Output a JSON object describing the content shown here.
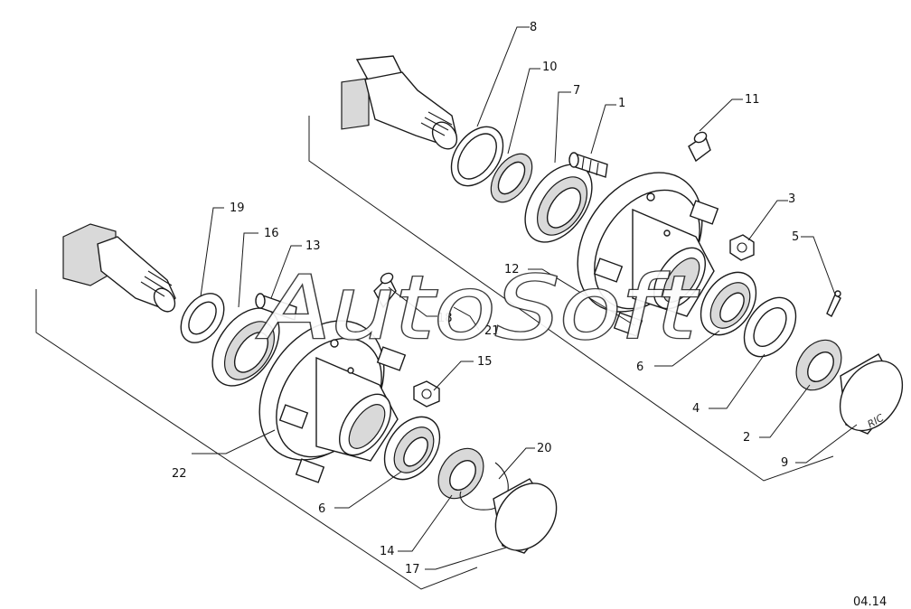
{
  "callouts": {
    "c1": "1",
    "c2": "2",
    "c3": "3",
    "c4": "4",
    "c5": "5",
    "c6a": "6",
    "c6b": "6",
    "c7": "7",
    "c8": "8",
    "c9": "9",
    "c10": "10",
    "c11": "11",
    "c12": "12",
    "c13": "13",
    "c14": "14",
    "c15": "15",
    "c16": "16",
    "c17": "17",
    "c18": "18",
    "c19": "19",
    "c20": "20",
    "c21": "21",
    "c22": "22"
  },
  "watermark": "AutoSoft",
  "cap_marking": "RIC",
  "page_code": "04.14",
  "colors": {
    "line": "#1a1a1a",
    "shade": "#d9d9d9",
    "background": "#ffffff"
  }
}
